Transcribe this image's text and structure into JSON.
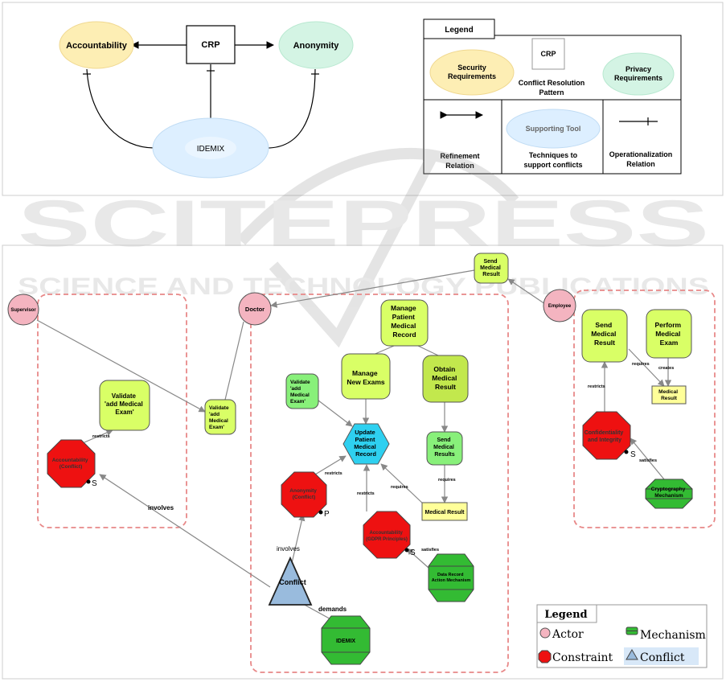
{
  "top": {
    "nodes": {
      "accountability": "Accountability",
      "crp": "CRP",
      "anonymity": "Anonymity",
      "idemix": "IDEMIX"
    },
    "legend": {
      "title": "Legend",
      "security_line1": "Security",
      "security_line2": "Requirements",
      "crp": "CRP",
      "crp_caption_line1": "Conflict Resolution",
      "crp_caption_line2": "Pattern",
      "privacy_line1": "Privacy",
      "privacy_line2": "Requirements",
      "refinement_line1": "Refinement",
      "refinement_line2": "Relation",
      "tool": "Supporting Tool",
      "tool_caption_line1": "Techniques to",
      "tool_caption_line2": "support conflicts",
      "operationalization_line1": "Operationalization",
      "operationalization_line2": "Relation"
    },
    "colors": {
      "security": "#fdeeb4",
      "privacy": "#d4f4e4",
      "tool": "#ddefff"
    }
  },
  "watermark": {
    "main": "SCITEPRESS",
    "sub": "SCIENCE AND TECHNOLOGY PUBLICATIONS"
  },
  "bottom": {
    "actors": {
      "supervisor": "Supervisor",
      "doctor": "Doctor",
      "employee": "Employee"
    },
    "goals": {
      "send_medical_result_top": [
        "Send",
        "Medical",
        "Result"
      ],
      "validate_left": [
        "Validate",
        "'add Medical",
        "Exam'"
      ],
      "validate_mid": [
        "Validate",
        "'add",
        "Medical",
        "Exam'"
      ],
      "validate_doctor": [
        "Validate",
        "'add",
        "Medical",
        "Exam'"
      ],
      "manage_patient": [
        "Manage",
        "Patient",
        "Medical",
        "Record"
      ],
      "manage_exams": [
        "Manage",
        "New Exams"
      ],
      "obtain_result": [
        "Obtain",
        "Medical",
        "Result"
      ],
      "send_results": [
        "Send",
        "Medical",
        "Results"
      ],
      "update_record": [
        "Update",
        "Patient",
        "Medical",
        "Record"
      ],
      "employee_send": [
        "Send",
        "Medical",
        "Result"
      ],
      "perform_exam": [
        "Perform",
        "Medical",
        "Exam"
      ]
    },
    "resources": {
      "medical_result_doctor": "Medical Result",
      "medical_result_employee": [
        "Medical",
        "Result"
      ]
    },
    "constraints": {
      "accountability_conflict": [
        "Accountability",
        "(Conflict)"
      ],
      "anonymity_conflict": [
        "Anonymity",
        "(Conflict)"
      ],
      "accountability_gdpr": [
        "Accountability",
        "(GDPR Principles)"
      ],
      "confidentiality": [
        "Confidentiality",
        "and Integrity"
      ]
    },
    "constraint_badges": {
      "accountability_conflict": "S",
      "anonymity_conflict": "P",
      "accountability_gdpr": "S",
      "confidentiality": "S"
    },
    "mechanisms": {
      "data_record": [
        "Data Record",
        "Action Mechanism"
      ],
      "idemix": "IDEMIX",
      "cryptography": [
        "Cryptography",
        "Mechanism"
      ]
    },
    "conflict": "Conflict",
    "link_labels": {
      "restricts": "restricts",
      "requires": "requires",
      "satisfies": "satisfies",
      "creates": "creates",
      "involves": "involves",
      "demands": "demands"
    },
    "legend": {
      "title": "Legend",
      "actor": "Actor",
      "mechanism": "Mechanism",
      "constraint": "Constraint",
      "conflict": "Conflict"
    },
    "colors": {
      "actor": "#f4b4c0",
      "goal": "#d9ff66",
      "goal_light": "#88f07a",
      "hexagon": "#2ed0f0",
      "constraint": "#ee1111",
      "mechanism": "#33bb33",
      "resource": "#ffff99",
      "conflict": "#99bbdd",
      "boundary": "#e88888"
    }
  }
}
